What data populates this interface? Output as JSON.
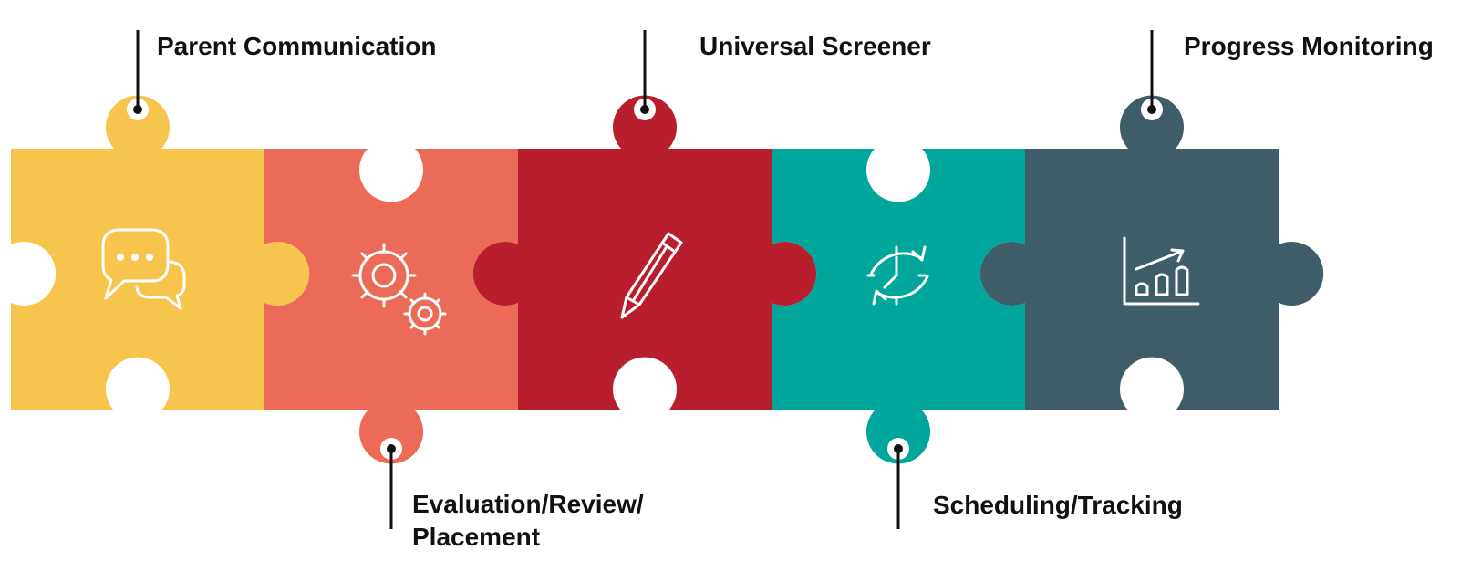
{
  "pieces": [
    {
      "id": "parent-communication",
      "label_lines": [
        "Parent Communication"
      ],
      "color": "#F7C44E",
      "icon": "chat-bubbles-icon"
    },
    {
      "id": "evaluation-review-placement",
      "label_lines": [
        "Evaluation/Review/",
        "Placement"
      ],
      "color": "#EC6B58",
      "icon": "gears-icon"
    },
    {
      "id": "universal-screener",
      "label_lines": [
        "Universal Screener"
      ],
      "color": "#B91E2D",
      "icon": "pencil-icon"
    },
    {
      "id": "scheduling-tracking",
      "label_lines": [
        "Scheduling/Tracking"
      ],
      "color": "#00A69C",
      "icon": "clock-refresh-icon"
    },
    {
      "id": "progress-monitoring",
      "label_lines": [
        "Progress Monitoring"
      ],
      "color": "#3F5C69",
      "icon": "bar-chart-trend-icon"
    }
  ]
}
